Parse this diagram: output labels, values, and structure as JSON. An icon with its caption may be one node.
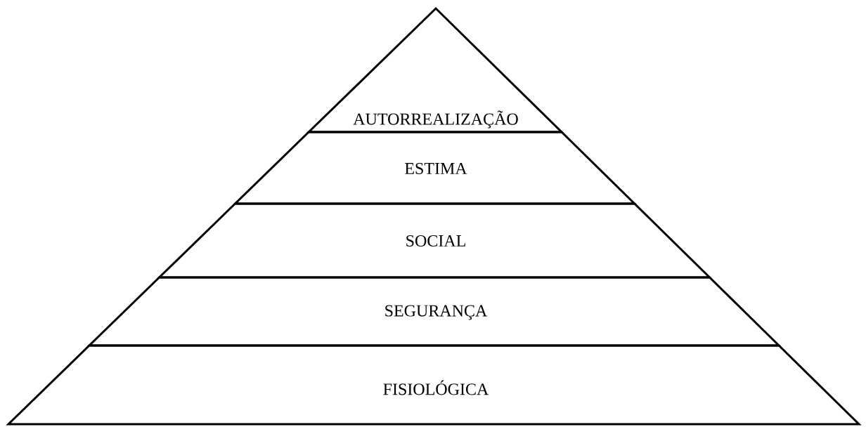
{
  "diagram": {
    "nodes": [
      {
        "text": [
          "AUTORREALIZAÇÃO"
        ]
      },
      {
        "text": [
          "ESTIMA"
        ]
      },
      {
        "text": [
          "SOCIAL"
        ]
      },
      {
        "text": [
          "SEGURANÇA"
        ]
      },
      {
        "text": [
          "FISIOLÓGICA"
        ]
      }
    ]
  }
}
